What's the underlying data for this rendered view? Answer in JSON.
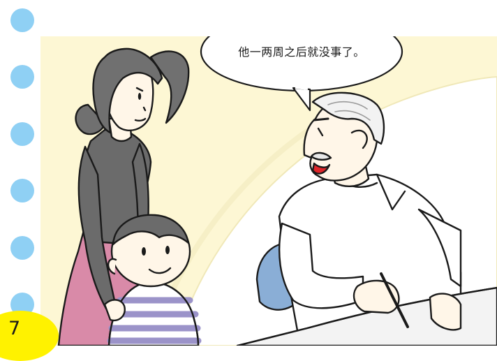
{
  "page": {
    "number": "7"
  },
  "speech_bubble": {
    "text": "他一两周之后就没事了。"
  },
  "colors": {
    "dot": "#8fd0f4",
    "badge": "#fff200",
    "panel_background": "#fdf7d4",
    "mother_shirt": "#6b6b6b",
    "mother_skirt": "#d98aa8",
    "boy_stripes": "#9b93c9",
    "doctor_coat": "#ffffff",
    "doctor_chair": "#8aaed6",
    "skin": "#fff6e8"
  },
  "characters": [
    "mother",
    "boy",
    "doctor"
  ]
}
